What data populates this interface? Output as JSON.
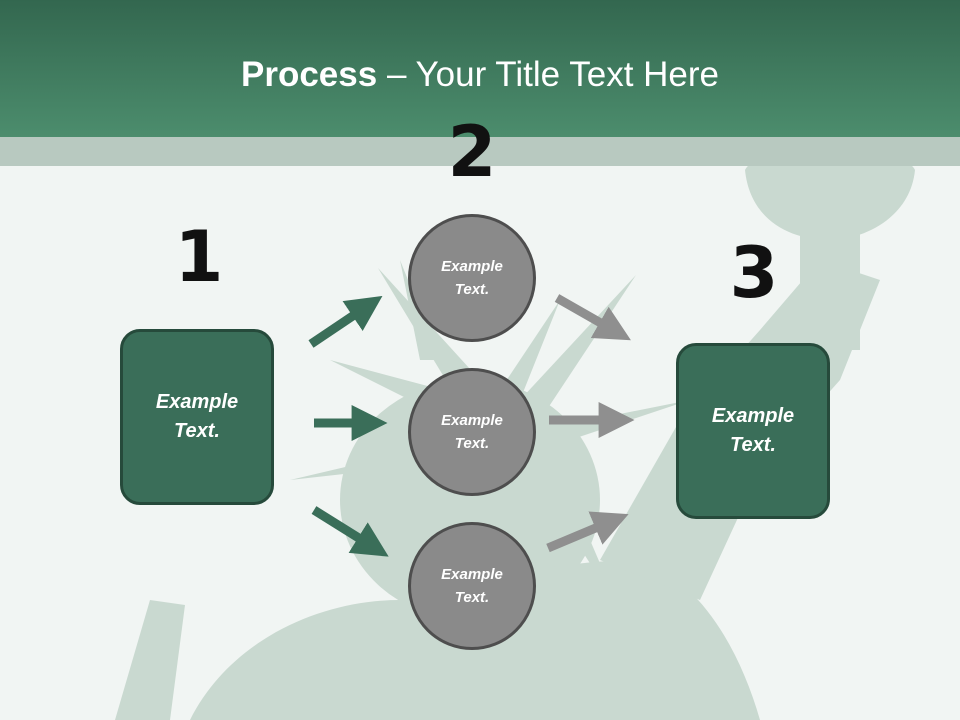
{
  "slide": {
    "title_bold": "Process",
    "title_rest": " – Your Title Text Here",
    "steps": {
      "one": "1",
      "two": "2",
      "three": "3"
    },
    "left_box": "Example Text.",
    "right_box": "Example Text.",
    "circles": [
      "Example Text.",
      "Example Text.",
      "Example Text."
    ]
  },
  "colors": {
    "header": "#4c8d6d",
    "band": "#b8c9c0",
    "box_fill": "#3a6e59",
    "circle_fill": "#8a8a8a",
    "arrow_green": "#3a6e59",
    "arrow_gray": "#8f8f8f"
  },
  "icons": {
    "background": "statue-of-liberty-image",
    "arrows": "arrow-right-icon"
  }
}
